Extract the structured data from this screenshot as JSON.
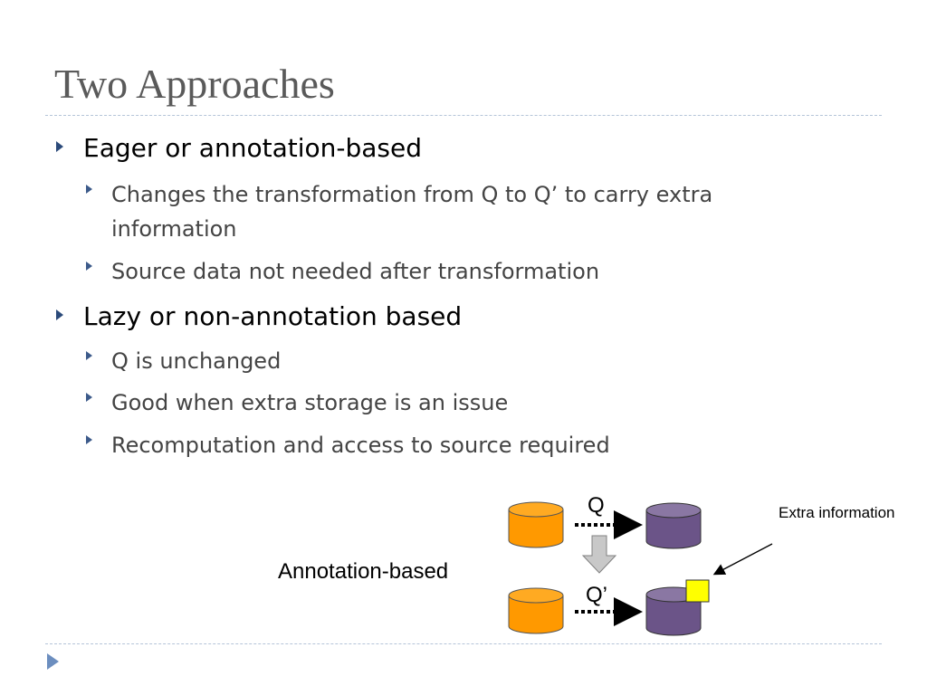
{
  "slide": {
    "title": "Two Approaches"
  },
  "bullets": [
    {
      "text": "Eager or annotation-based",
      "sub": [
        "Changes the transformation from Q to Q’ to carry extra information",
        "Source data not needed after transformation"
      ]
    },
    {
      "text": "Lazy or non-annotation based",
      "sub": [
        "Q is unchanged",
        "Good when extra storage is an issue",
        "Recomputation and access to source required"
      ]
    }
  ],
  "diagram": {
    "label": "Annotation-based",
    "top_transform": "Q",
    "bottom_transform": "Q’",
    "callout": "Extra information",
    "colors": {
      "source_db": "#FF9900",
      "target_db": "#6B5488",
      "annotation": "#FFFF00",
      "down_arrow": "#C8C8C8"
    }
  }
}
